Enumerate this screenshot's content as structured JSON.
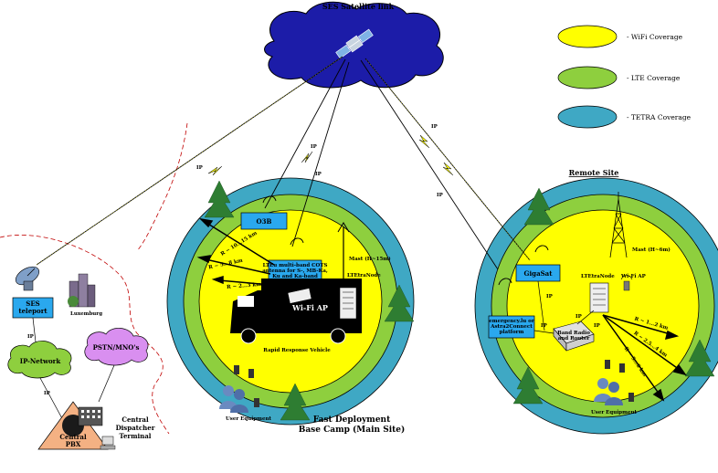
{
  "title": "SES Satellite link",
  "legend": [
    {
      "label": "- WiFi Coverage",
      "color": "#ffff00"
    },
    {
      "label": "- LTE  Coverage",
      "color": "#8ecf3e"
    },
    {
      "label": "- TETRA Coverage",
      "color": "#3fa8c4"
    }
  ],
  "links": {
    "ip": "IP"
  },
  "left": {
    "teleport": "SES\nteleport",
    "luxemburg": "Luxemburg",
    "ip_network": "IP-Network",
    "pstn": "PSTN/MNO's",
    "central_pbx": "Central\nPBX",
    "dispatcher": "Central\nDispatcher\nTerminal"
  },
  "main_site": {
    "o3b": "O3B",
    "cots": "LTEu multi-band COTS\nantenna for S-, MB-Ka,\nKu and Ka-band",
    "mast": "Mast (H~15m)",
    "ltetranode": "LTEtraNode",
    "wifi_ap": "Wi-Fi AP",
    "vehicle": "Rapid Response Vehicle",
    "r1": "R ~ 10...15 km",
    "r2": "R ~ 5...8 km",
    "r3": "R ~ 2...3 km",
    "user_equipment": "User Equipment",
    "caption": "Fast Deployment\nBase Camp (Main Site)"
  },
  "remote_site": {
    "caption": "Remote Site",
    "gigasat": "GigaSat",
    "mast": "Mast (H~6m)",
    "ltetranode": "LTEtraNode",
    "wifi_ap": "Wi-Fi AP",
    "emergency": "emergency.lu or\nAstra2Connect\nplatform",
    "router": "Band Radio\nand Router",
    "r1": "R ~ 1...2 km",
    "r2": "R ~ 2.5...4 km",
    "r3": "R ~ 5...6 km",
    "user_equipment": "User Equipment"
  }
}
